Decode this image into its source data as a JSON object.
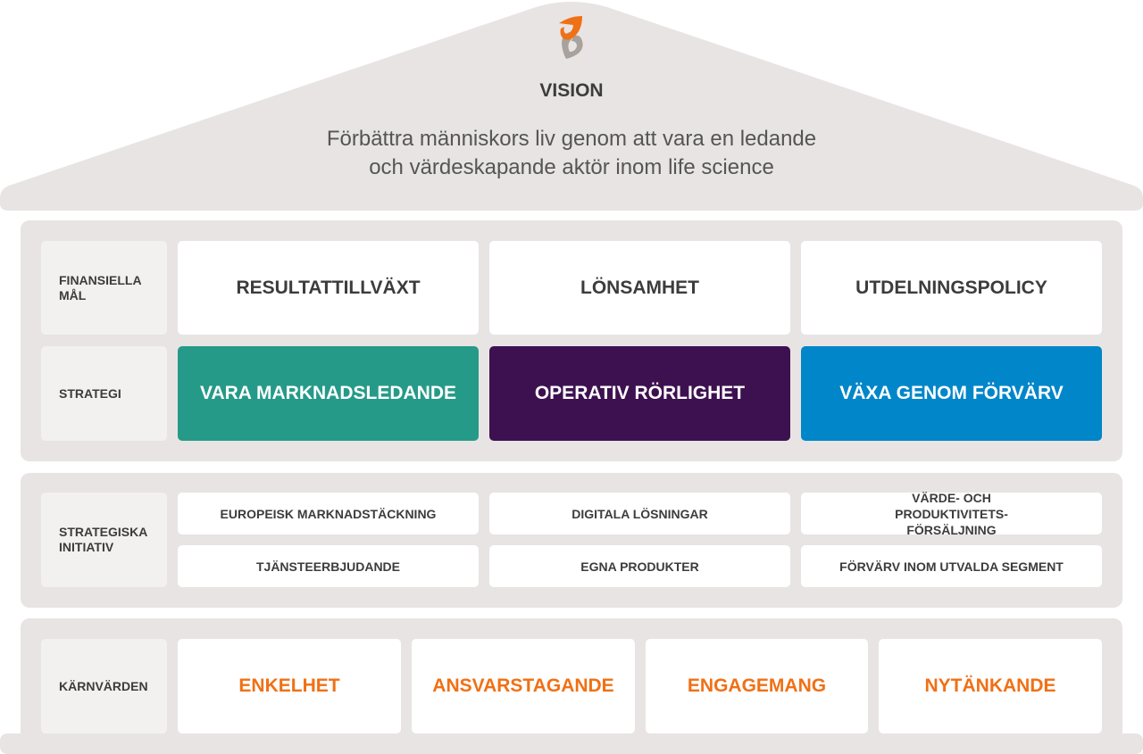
{
  "vision": {
    "title": "VISION",
    "text_line1": "Förbättra människors liv genom att vara en ledande",
    "text_line2": "och värdeskapande aktör inom life science"
  },
  "financial": {
    "label": "FINANSIELLA MÅL",
    "items": [
      "RESULTATTILLVÄXT",
      "LÖNSAMHET",
      "UTDELNINGSPOLICY"
    ]
  },
  "strategy": {
    "label": "STRATEGI",
    "items": [
      "VARA MARKNADSLEDANDE",
      "OPERATIV RÖRLIGHET",
      "VÄXA GENOM FÖRVÄRV"
    ],
    "colors": [
      "#269a89",
      "#3d1150",
      "#0086c9"
    ]
  },
  "initiatives": {
    "label": "STRATEGISKA INITIATIV",
    "items": [
      "EUROPEISK MARKNADSTÄCKNING",
      "DIGITALA LÖSNINGAR",
      "VÄRDE- OCH PRODUKTIVITETS-FÖRSÄLJNING",
      "TJÄNSTEERBJUDANDE",
      "EGNA PRODUKTER",
      "FÖRVÄRV INOM UTVALDA SEGMENT"
    ]
  },
  "core_values": {
    "label": "KÄRNVÄRDEN",
    "items": [
      "ENKELHET",
      "ANSVARSTAGANDE",
      "ENGAGEMANG",
      "NYTÄNKANDE"
    ],
    "color": "#f07015"
  }
}
